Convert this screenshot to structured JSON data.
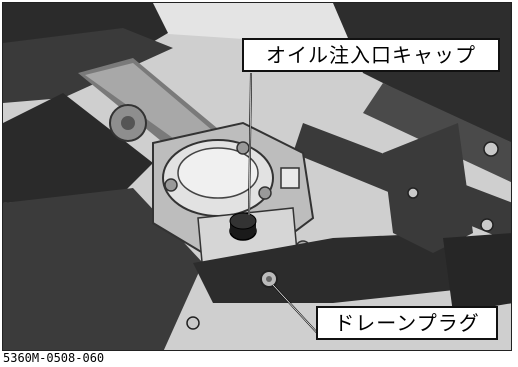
{
  "figure": {
    "callouts": {
      "oil_cap": "オイル注入口キャップ",
      "drain_plug": "ドレーンプラグ"
    },
    "figure_number": "5360M-0508-060"
  },
  "colors": {
    "frame_dark": "#2a2a2a",
    "metal_light": "#d9d9d9",
    "metal_mid": "#9c9c9c",
    "background_gray": "#c8c8c8"
  }
}
